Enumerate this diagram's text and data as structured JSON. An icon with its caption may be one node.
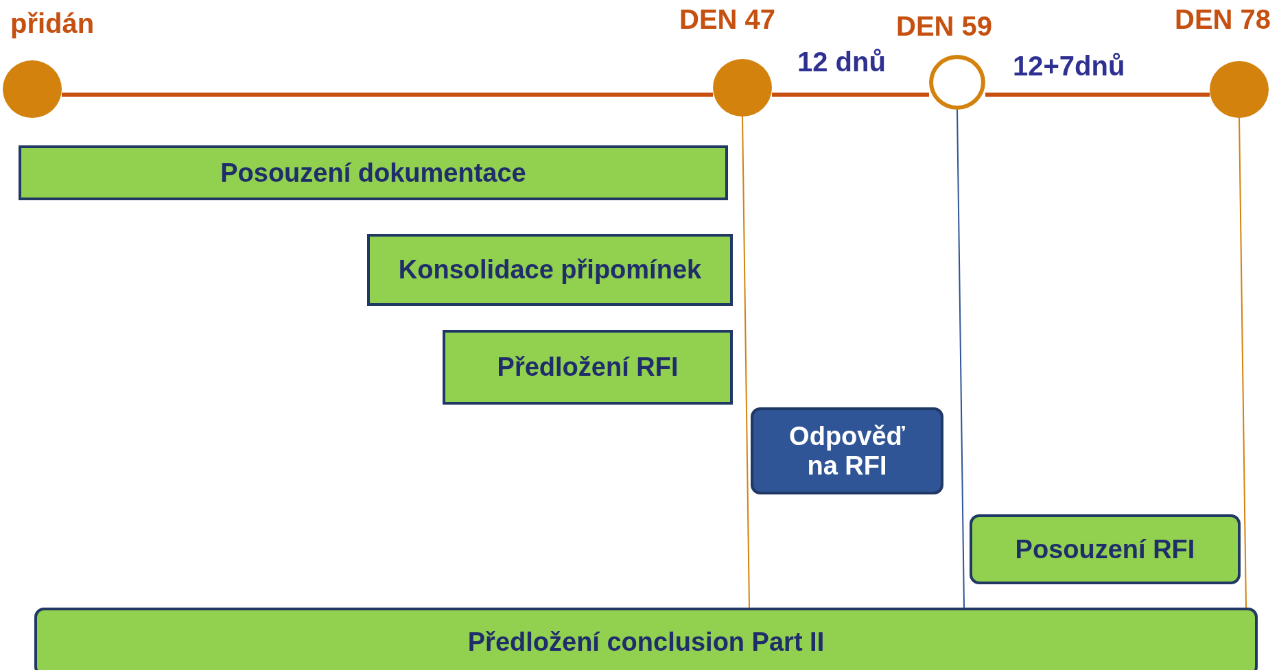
{
  "diagram": {
    "nodes": [
      {
        "text": [],
        "shape": "circle",
        "beside": [
          "přidán"
        ]
      },
      {
        "text": [],
        "shape": "circle",
        "beside": [
          "DEN 47"
        ]
      },
      {
        "text": [],
        "shape": "circle",
        "beside": [
          "DEN 59"
        ]
      },
      {
        "text": [],
        "shape": "circle",
        "beside": [
          "DEN 78"
        ]
      },
      {
        "text": [
          "Posouzení dokumentace"
        ]
      },
      {
        "text": [
          "Konsolidace připomínek"
        ]
      },
      {
        "text": [
          "Předložení RFI"
        ]
      },
      {
        "text": [
          "Odpověď na RFI"
        ]
      },
      {
        "text": [
          "Posouzení RFI"
        ]
      },
      {
        "text": [
          "Předložení conclusion Part II"
        ]
      }
    ],
    "edges": [
      {
        "from": 0,
        "to": 1,
        "arrow": "none",
        "style": "thick"
      },
      {
        "from": 1,
        "to": 2,
        "arrow": "none",
        "style": "thick",
        "label": "12 dnů"
      },
      {
        "from": 2,
        "to": 3,
        "arrow": "none",
        "style": "thick",
        "label": "12+7dnů"
      },
      {
        "from": 1,
        "to": 9,
        "arrow": "none",
        "color": "#d4820e"
      },
      {
        "from": 2,
        "to": 9,
        "arrow": "none",
        "color": "#2f5597"
      },
      {
        "from": 3,
        "to": 9,
        "arrow": "none",
        "color": "#d4820e"
      }
    ]
  }
}
